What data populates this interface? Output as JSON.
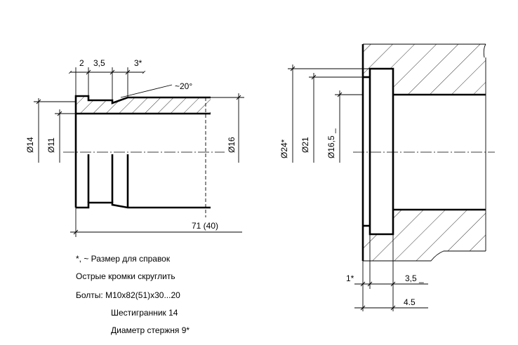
{
  "left_view": {
    "dims": {
      "d2": "2",
      "d3_5": "3,5",
      "d3": "3*",
      "angle": "~20°",
      "dia14": "Ø14",
      "dia11": "Ø11",
      "dia16": "Ø16",
      "length": "71 (40)"
    }
  },
  "right_view": {
    "dims": {
      "dia24": "Ø24*",
      "dia21": "Ø21",
      "dia16_5": "Ø16,5 _",
      "d1": "1*",
      "d3_5": "3,5 _",
      "d4_5": "4.5"
    }
  },
  "notes": {
    "line1": "*, ~ Размер для справок",
    "line2": "Острые кромки скруглить",
    "line3": "Болты: М10х82(51)х30...20",
    "line4": "Шестигранник 14",
    "line5": "Диаметр стержня 9*"
  }
}
